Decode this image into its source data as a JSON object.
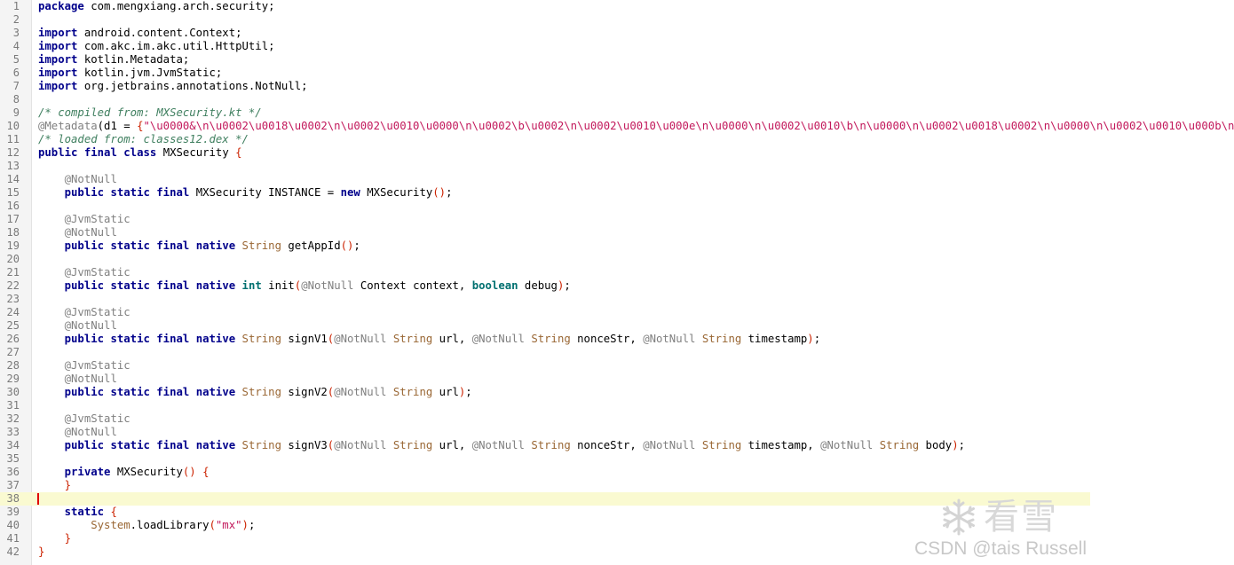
{
  "editor": {
    "current_line": 38,
    "lines": [
      [
        {
          "t": "kw",
          "v": "package"
        },
        {
          "t": "pl",
          "v": " com.mengxiang.arch.security;"
        }
      ],
      [],
      [
        {
          "t": "kw",
          "v": "import"
        },
        {
          "t": "pl",
          "v": " android.content.Context;"
        }
      ],
      [
        {
          "t": "kw",
          "v": "import"
        },
        {
          "t": "pl",
          "v": " com.akc.im.akc.util.HttpUtil;"
        }
      ],
      [
        {
          "t": "kw",
          "v": "import"
        },
        {
          "t": "pl",
          "v": " kotlin.Metadata;"
        }
      ],
      [
        {
          "t": "kw",
          "v": "import"
        },
        {
          "t": "pl",
          "v": " kotlin.jvm.JvmStatic;"
        }
      ],
      [
        {
          "t": "kw",
          "v": "import"
        },
        {
          "t": "pl",
          "v": " org.jetbrains.annotations.NotNull;"
        }
      ],
      [],
      [
        {
          "t": "cmt",
          "v": "/* compiled from: MXSecurity.kt */"
        }
      ],
      [
        {
          "t": "ann",
          "v": "@Metadata"
        },
        {
          "t": "pl",
          "v": "(d1 = "
        },
        {
          "t": "paren",
          "v": "{"
        },
        {
          "t": "str",
          "v": "\"\\u0000&\\n\\u0002\\u0018\\u0002\\n\\u0002\\u0010\\u0000\\n\\u0002\\b\\u0002\\n\\u0002\\u0010\\u000e\\n\\u0000\\n\\u0002\\u0010\\b\\n\\u0000\\n\\u0002\\u0018\\u0002\\n\\u0000\\n\\u0002\\u0010\\u000b\\n"
        }
      ],
      [
        {
          "t": "cmt",
          "v": "/* loaded from: classes12.dex */"
        }
      ],
      [
        {
          "t": "kw",
          "v": "public"
        },
        {
          "t": "pl",
          "v": " "
        },
        {
          "t": "kw",
          "v": "final"
        },
        {
          "t": "pl",
          "v": " "
        },
        {
          "t": "kw",
          "v": "class"
        },
        {
          "t": "pl",
          "v": " MXSecurity "
        },
        {
          "t": "paren",
          "v": "{"
        }
      ],
      [],
      [
        {
          "t": "pl",
          "v": "    "
        },
        {
          "t": "ann",
          "v": "@NotNull"
        }
      ],
      [
        {
          "t": "pl",
          "v": "    "
        },
        {
          "t": "kw",
          "v": "public"
        },
        {
          "t": "pl",
          "v": " "
        },
        {
          "t": "kw",
          "v": "static"
        },
        {
          "t": "pl",
          "v": " "
        },
        {
          "t": "kw",
          "v": "final"
        },
        {
          "t": "pl",
          "v": " MXSecurity INSTANCE = "
        },
        {
          "t": "kw",
          "v": "new"
        },
        {
          "t": "pl",
          "v": " MXSecurity"
        },
        {
          "t": "paren",
          "v": "()"
        },
        {
          "t": "pl",
          "v": ";"
        }
      ],
      [],
      [
        {
          "t": "pl",
          "v": "    "
        },
        {
          "t": "ann",
          "v": "@JvmStatic"
        }
      ],
      [
        {
          "t": "pl",
          "v": "    "
        },
        {
          "t": "ann",
          "v": "@NotNull"
        }
      ],
      [
        {
          "t": "pl",
          "v": "    "
        },
        {
          "t": "kw",
          "v": "public"
        },
        {
          "t": "pl",
          "v": " "
        },
        {
          "t": "kw",
          "v": "static"
        },
        {
          "t": "pl",
          "v": " "
        },
        {
          "t": "kw",
          "v": "final"
        },
        {
          "t": "pl",
          "v": " "
        },
        {
          "t": "kw",
          "v": "native"
        },
        {
          "t": "pl",
          "v": " "
        },
        {
          "t": "type",
          "v": "String"
        },
        {
          "t": "pl",
          "v": " getAppId"
        },
        {
          "t": "paren",
          "v": "()"
        },
        {
          "t": "pl",
          "v": ";"
        }
      ],
      [],
      [
        {
          "t": "pl",
          "v": "    "
        },
        {
          "t": "ann",
          "v": "@JvmStatic"
        }
      ],
      [
        {
          "t": "pl",
          "v": "    "
        },
        {
          "t": "kw",
          "v": "public"
        },
        {
          "t": "pl",
          "v": " "
        },
        {
          "t": "kw",
          "v": "static"
        },
        {
          "t": "pl",
          "v": " "
        },
        {
          "t": "kw",
          "v": "final"
        },
        {
          "t": "pl",
          "v": " "
        },
        {
          "t": "kw",
          "v": "native"
        },
        {
          "t": "pl",
          "v": " "
        },
        {
          "t": "kw2",
          "v": "int"
        },
        {
          "t": "pl",
          "v": " init"
        },
        {
          "t": "paren",
          "v": "("
        },
        {
          "t": "ann",
          "v": "@NotNull"
        },
        {
          "t": "pl",
          "v": " Context context, "
        },
        {
          "t": "kw2",
          "v": "boolean"
        },
        {
          "t": "pl",
          "v": " debug"
        },
        {
          "t": "paren",
          "v": ")"
        },
        {
          "t": "pl",
          "v": ";"
        }
      ],
      [],
      [
        {
          "t": "pl",
          "v": "    "
        },
        {
          "t": "ann",
          "v": "@JvmStatic"
        }
      ],
      [
        {
          "t": "pl",
          "v": "    "
        },
        {
          "t": "ann",
          "v": "@NotNull"
        }
      ],
      [
        {
          "t": "pl",
          "v": "    "
        },
        {
          "t": "kw",
          "v": "public"
        },
        {
          "t": "pl",
          "v": " "
        },
        {
          "t": "kw",
          "v": "static"
        },
        {
          "t": "pl",
          "v": " "
        },
        {
          "t": "kw",
          "v": "final"
        },
        {
          "t": "pl",
          "v": " "
        },
        {
          "t": "kw",
          "v": "native"
        },
        {
          "t": "pl",
          "v": " "
        },
        {
          "t": "type",
          "v": "String"
        },
        {
          "t": "pl",
          "v": " signV1"
        },
        {
          "t": "paren",
          "v": "("
        },
        {
          "t": "ann",
          "v": "@NotNull"
        },
        {
          "t": "pl",
          "v": " "
        },
        {
          "t": "type",
          "v": "String"
        },
        {
          "t": "pl",
          "v": " url, "
        },
        {
          "t": "ann",
          "v": "@NotNull"
        },
        {
          "t": "pl",
          "v": " "
        },
        {
          "t": "type",
          "v": "String"
        },
        {
          "t": "pl",
          "v": " nonceStr, "
        },
        {
          "t": "ann",
          "v": "@NotNull"
        },
        {
          "t": "pl",
          "v": " "
        },
        {
          "t": "type",
          "v": "String"
        },
        {
          "t": "pl",
          "v": " timestamp"
        },
        {
          "t": "paren",
          "v": ")"
        },
        {
          "t": "pl",
          "v": ";"
        }
      ],
      [],
      [
        {
          "t": "pl",
          "v": "    "
        },
        {
          "t": "ann",
          "v": "@JvmStatic"
        }
      ],
      [
        {
          "t": "pl",
          "v": "    "
        },
        {
          "t": "ann",
          "v": "@NotNull"
        }
      ],
      [
        {
          "t": "pl",
          "v": "    "
        },
        {
          "t": "kw",
          "v": "public"
        },
        {
          "t": "pl",
          "v": " "
        },
        {
          "t": "kw",
          "v": "static"
        },
        {
          "t": "pl",
          "v": " "
        },
        {
          "t": "kw",
          "v": "final"
        },
        {
          "t": "pl",
          "v": " "
        },
        {
          "t": "kw",
          "v": "native"
        },
        {
          "t": "pl",
          "v": " "
        },
        {
          "t": "type",
          "v": "String"
        },
        {
          "t": "pl",
          "v": " signV2"
        },
        {
          "t": "paren",
          "v": "("
        },
        {
          "t": "ann",
          "v": "@NotNull"
        },
        {
          "t": "pl",
          "v": " "
        },
        {
          "t": "type",
          "v": "String"
        },
        {
          "t": "pl",
          "v": " url"
        },
        {
          "t": "paren",
          "v": ")"
        },
        {
          "t": "pl",
          "v": ";"
        }
      ],
      [],
      [
        {
          "t": "pl",
          "v": "    "
        },
        {
          "t": "ann",
          "v": "@JvmStatic"
        }
      ],
      [
        {
          "t": "pl",
          "v": "    "
        },
        {
          "t": "ann",
          "v": "@NotNull"
        }
      ],
      [
        {
          "t": "pl",
          "v": "    "
        },
        {
          "t": "kw",
          "v": "public"
        },
        {
          "t": "pl",
          "v": " "
        },
        {
          "t": "kw",
          "v": "static"
        },
        {
          "t": "pl",
          "v": " "
        },
        {
          "t": "kw",
          "v": "final"
        },
        {
          "t": "pl",
          "v": " "
        },
        {
          "t": "kw",
          "v": "native"
        },
        {
          "t": "pl",
          "v": " "
        },
        {
          "t": "type",
          "v": "String"
        },
        {
          "t": "pl",
          "v": " signV3"
        },
        {
          "t": "paren",
          "v": "("
        },
        {
          "t": "ann",
          "v": "@NotNull"
        },
        {
          "t": "pl",
          "v": " "
        },
        {
          "t": "type",
          "v": "String"
        },
        {
          "t": "pl",
          "v": " url, "
        },
        {
          "t": "ann",
          "v": "@NotNull"
        },
        {
          "t": "pl",
          "v": " "
        },
        {
          "t": "type",
          "v": "String"
        },
        {
          "t": "pl",
          "v": " nonceStr, "
        },
        {
          "t": "ann",
          "v": "@NotNull"
        },
        {
          "t": "pl",
          "v": " "
        },
        {
          "t": "type",
          "v": "String"
        },
        {
          "t": "pl",
          "v": " timestamp, "
        },
        {
          "t": "ann",
          "v": "@NotNull"
        },
        {
          "t": "pl",
          "v": " "
        },
        {
          "t": "type",
          "v": "String"
        },
        {
          "t": "pl",
          "v": " body"
        },
        {
          "t": "paren",
          "v": ")"
        },
        {
          "t": "pl",
          "v": ";"
        }
      ],
      [],
      [
        {
          "t": "pl",
          "v": "    "
        },
        {
          "t": "kw",
          "v": "private"
        },
        {
          "t": "pl",
          "v": " MXSecurity"
        },
        {
          "t": "paren",
          "v": "() {"
        }
      ],
      [
        {
          "t": "pl",
          "v": "    "
        },
        {
          "t": "paren",
          "v": "}"
        }
      ],
      [],
      [
        {
          "t": "pl",
          "v": "    "
        },
        {
          "t": "kw",
          "v": "static"
        },
        {
          "t": "pl",
          "v": " "
        },
        {
          "t": "paren",
          "v": "{"
        }
      ],
      [
        {
          "t": "pl",
          "v": "        "
        },
        {
          "t": "type",
          "v": "System"
        },
        {
          "t": "pl",
          "v": ".loadLibrary"
        },
        {
          "t": "paren",
          "v": "("
        },
        {
          "t": "str",
          "v": "\"mx\""
        },
        {
          "t": "paren",
          "v": ")"
        },
        {
          "t": "pl",
          "v": ";"
        }
      ],
      [
        {
          "t": "pl",
          "v": "    "
        },
        {
          "t": "paren",
          "v": "}"
        }
      ],
      [
        {
          "t": "paren",
          "v": "}"
        }
      ]
    ]
  },
  "watermark": {
    "logo_icon": "snowflake-icon",
    "site_name": "看雪",
    "credit": "CSDN @tais Russell"
  },
  "colors": {
    "keyword": "#00008b",
    "primitive": "#007070",
    "annotation": "#808080",
    "comment": "#3f7f5f",
    "string": "#c2185b",
    "type": "#996633",
    "bracket": "#cc2200",
    "current_line": "#fafad1",
    "caret": "#e00000"
  }
}
